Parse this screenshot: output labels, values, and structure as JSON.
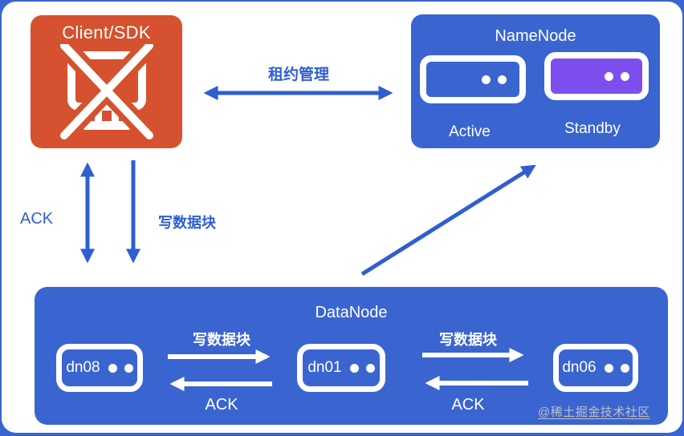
{
  "client_box": {
    "title": "Client/SDK"
  },
  "namenode_box": {
    "title": "NameNode",
    "active_label": "Active",
    "standby_label": "Standby"
  },
  "labels": {
    "lease": "租约管理",
    "client_ack": "ACK",
    "client_write": "写数据块"
  },
  "datanode_box": {
    "title": "DataNode",
    "nodes": [
      {
        "label": "dn08"
      },
      {
        "label": "dn01"
      },
      {
        "label": "dn06"
      }
    ],
    "links": [
      {
        "write": "写数据块",
        "ack": "ACK"
      },
      {
        "write": "写数据块",
        "ack": "ACK"
      }
    ]
  },
  "watermark": "@稀土掘金技术社区",
  "icons": {
    "client": "crossed-monitor-icon",
    "node": "server-led-icon"
  },
  "colors": {
    "node_blue": "#3A65D0",
    "arrow_blue": "#2E5FD2",
    "client_orange": "#D5512F",
    "standby_purple": "#7D4FEF",
    "watermark_gray": "#BFBFC6",
    "card_bg": "#FFFFFF"
  }
}
